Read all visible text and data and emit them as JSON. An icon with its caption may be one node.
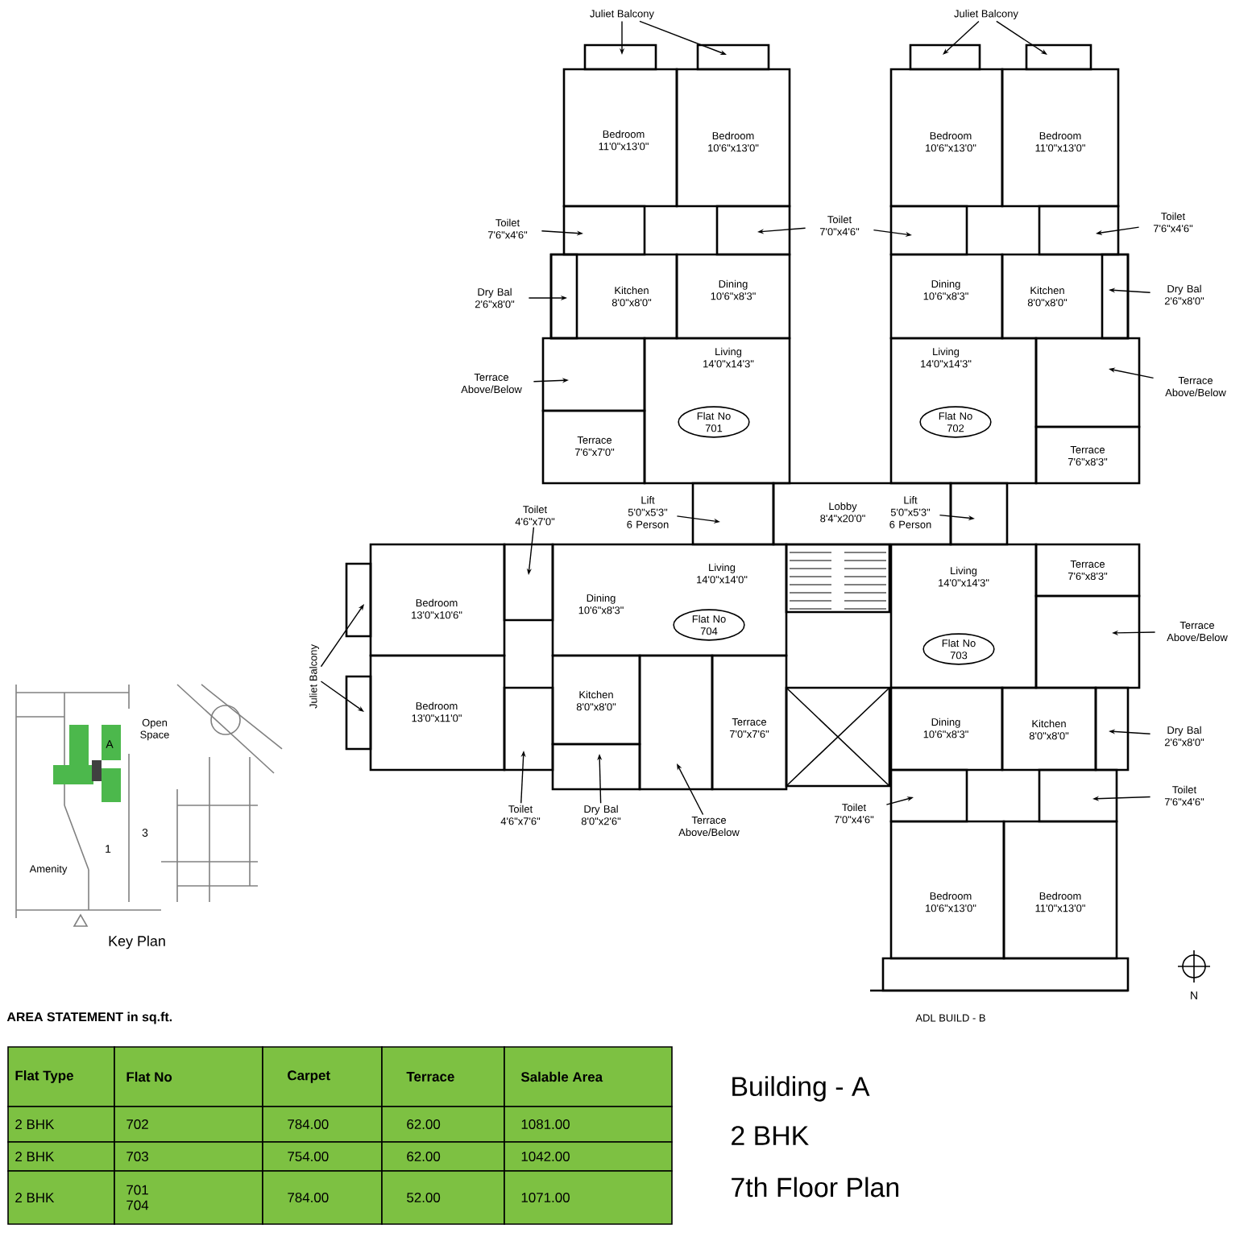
{
  "diagram": {
    "nodes": [
      {
        "text": [
          "Juliet Balcony"
        ]
      },
      {
        "text": [
          "Bedroom 11'0\"x13'0\""
        ]
      },
      {
        "text": [
          "Bedroom 10'6\"x13'0\""
        ]
      },
      {
        "text": [
          "Toilet 7'6\"x4'6\""
        ]
      },
      {
        "text": [
          "Toilet 7'0\"x4'6\""
        ]
      },
      {
        "text": [
          "Dry Bal 2'6\"x8'0\""
        ]
      },
      {
        "text": [
          "Kitchen 8'0\"x8'0\""
        ]
      },
      {
        "text": [
          "Dining 10'6\"x8'3\""
        ]
      },
      {
        "text": [
          "Living 14'0\"x14'3\""
        ]
      },
      {
        "text": [
          "Terrace Above/Below"
        ]
      },
      {
        "text": [
          "Flat No 701"
        ]
      },
      {
        "text": [
          "Terrace 7'6\"x7'0\""
        ]
      },
      {
        "text": [
          "Juliet Balcony"
        ]
      },
      {
        "text": [
          "Bedroom 10'6\"x13'0\""
        ]
      },
      {
        "text": [
          "Bedroom 11'0\"x13'0\""
        ]
      },
      {
        "text": [
          "Toilet 7'6\"x4'6\""
        ]
      },
      {
        "text": [
          "Dining 10'6\"x8'3\""
        ]
      },
      {
        "text": [
          "Kitchen 8'0\"x8'0\""
        ]
      },
      {
        "text": [
          "Dry Bal 2'6\"x8'0\""
        ]
      },
      {
        "text": [
          "Living 14'0\"x14'3\""
        ]
      },
      {
        "text": [
          "Terrace Above/Below"
        ]
      },
      {
        "text": [
          "Flat No 702"
        ]
      },
      {
        "text": [
          "Terrace 7'6\"x8'3\""
        ]
      },
      {
        "text": [
          "Toilet 4'6\"x7'0\""
        ]
      },
      {
        "text": [
          "Lift 5'0\"x5'3\" 6 Person"
        ]
      },
      {
        "text": [
          "Lobby 8'4\"x20'0\""
        ]
      },
      {
        "text": [
          "Lift 5'0\"x5'3\" 6 Person"
        ]
      },
      {
        "text": [
          "Juliet Balcony"
        ]
      },
      {
        "text": [
          "Bedroom 13'0\"x10'6\""
        ]
      },
      {
        "text": [
          "Dining 10'6\"x8'3\""
        ]
      },
      {
        "text": [
          "Living 14'0\"x14'0\""
        ]
      },
      {
        "text": [
          "Flat No 704"
        ]
      },
      {
        "text": [
          "Bedroom 13'0\"x11'0\""
        ]
      },
      {
        "text": [
          "Kitchen 8'0\"x8'0\""
        ]
      },
      {
        "text": [
          "Terrace 7'0\"x7'6\""
        ]
      },
      {
        "text": [
          "Toilet 4'6\"x7'6\""
        ]
      },
      {
        "text": [
          "Dry Bal 8'0\"x2'6\""
        ]
      },
      {
        "text": [
          "Terrace Above/Below"
        ]
      },
      {
        "text": [
          "Living 14'0\"x14'3\""
        ]
      },
      {
        "text": [
          "Terrace 7'6\"x8'3\""
        ]
      },
      {
        "text": [
          "Terrace Above/Below"
        ]
      },
      {
        "text": [
          "Flat No 703"
        ]
      },
      {
        "text": [
          "Dining 10'6\"x8'3\""
        ]
      },
      {
        "text": [
          "Kitchen 8'0\"x8'0\""
        ]
      },
      {
        "text": [
          "Dry Bal 2'6\"x8'0\""
        ]
      },
      {
        "text": [
          "Toilet 7'0\"x4'6\""
        ]
      },
      {
        "text": [
          "Toilet 7'6\"x4'6\""
        ]
      },
      {
        "text": [
          "Bedroom 10'6\"x13'0\""
        ]
      },
      {
        "text": [
          "Bedroom 11'0\"x13'0\""
        ]
      }
    ],
    "edges": [
      {
        "from": 0,
        "to": null,
        "arrow": "to"
      },
      {
        "from": 0,
        "to": null,
        "arrow": "to"
      },
      {
        "from": 3,
        "to": null,
        "arrow": "to"
      },
      {
        "from": 4,
        "to": null,
        "arrow": "to"
      },
      {
        "from": 4,
        "to": null,
        "arrow": "to"
      },
      {
        "from": 5,
        "to": null,
        "arrow": "to"
      },
      {
        "from": 9,
        "to": null,
        "arrow": "to"
      },
      {
        "from": 12,
        "to": null,
        "arrow": "to"
      },
      {
        "from": 12,
        "to": null,
        "arrow": "to"
      },
      {
        "from": 15,
        "to": null,
        "arrow": "to"
      },
      {
        "from": 18,
        "to": null,
        "arrow": "to"
      },
      {
        "from": 20,
        "to": null,
        "arrow": "to"
      },
      {
        "from": 23,
        "to": null,
        "arrow": "to"
      },
      {
        "from": 24,
        "to": null,
        "arrow": "to"
      },
      {
        "from": 26,
        "to": null,
        "arrow": "to"
      },
      {
        "from": 27,
        "to": null,
        "arrow": "to"
      },
      {
        "from": 27,
        "to": null,
        "arrow": "to"
      },
      {
        "from": 35,
        "to": null,
        "arrow": "to"
      },
      {
        "from": 36,
        "to": null,
        "arrow": "to"
      },
      {
        "from": 37,
        "to": null,
        "arrow": "to"
      },
      {
        "from": 40,
        "to": null,
        "arrow": "to"
      },
      {
        "from": 44,
        "to": null,
        "arrow": "to"
      },
      {
        "from": 46,
        "to": null,
        "arrow": "to"
      },
      {
        "from": 45,
        "to": null,
        "arrow": "to"
      }
    ],
    "labels": [
      "ADL BUILD - B",
      "N",
      "Open Space",
      "A",
      "3",
      "1",
      "Amenity",
      "Key Plan",
      "AREA STATEMENT in sq.ft.",
      "Flat Type",
      "Flat No",
      "Carpet",
      "Terrace",
      "Salable Area",
      "2 BHK",
      "702",
      "784.00",
      "62.00",
      "1081.00",
      "2 BHK",
      "703",
      "754.00",
      "62.00",
      "1042.00",
      "2 BHK",
      "701 704",
      "784.00",
      "52.00",
      "1071.00",
      "Building - A",
      "2 BHK",
      "7th Floor Plan"
    ]
  }
}
